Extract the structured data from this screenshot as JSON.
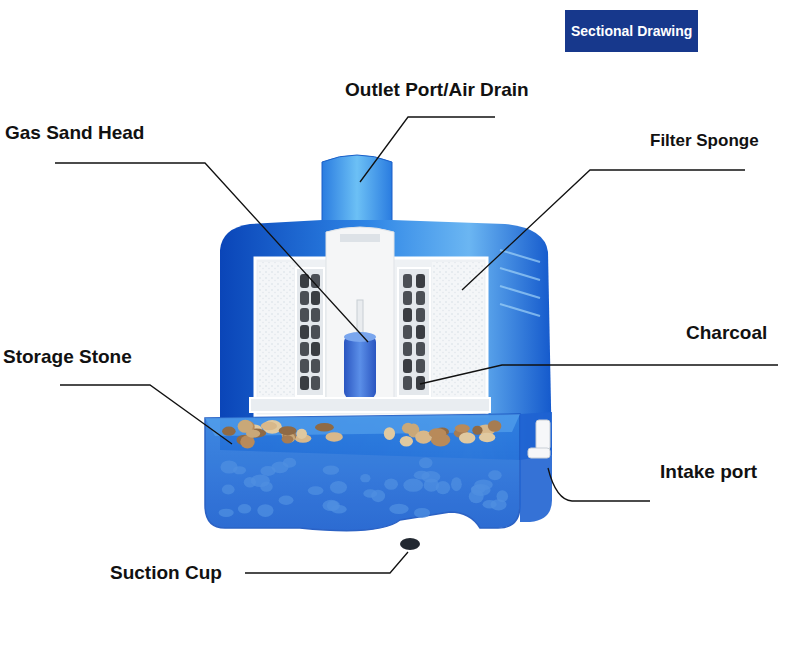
{
  "diagram": {
    "title": "Sectional Drawing",
    "labels": [
      "Outlet Port/Air Drain",
      "Gas Sand Head",
      "Filter Sponge",
      "Storage Stone",
      "Charcoal",
      "Intake port",
      "Suction Cup"
    ]
  }
}
